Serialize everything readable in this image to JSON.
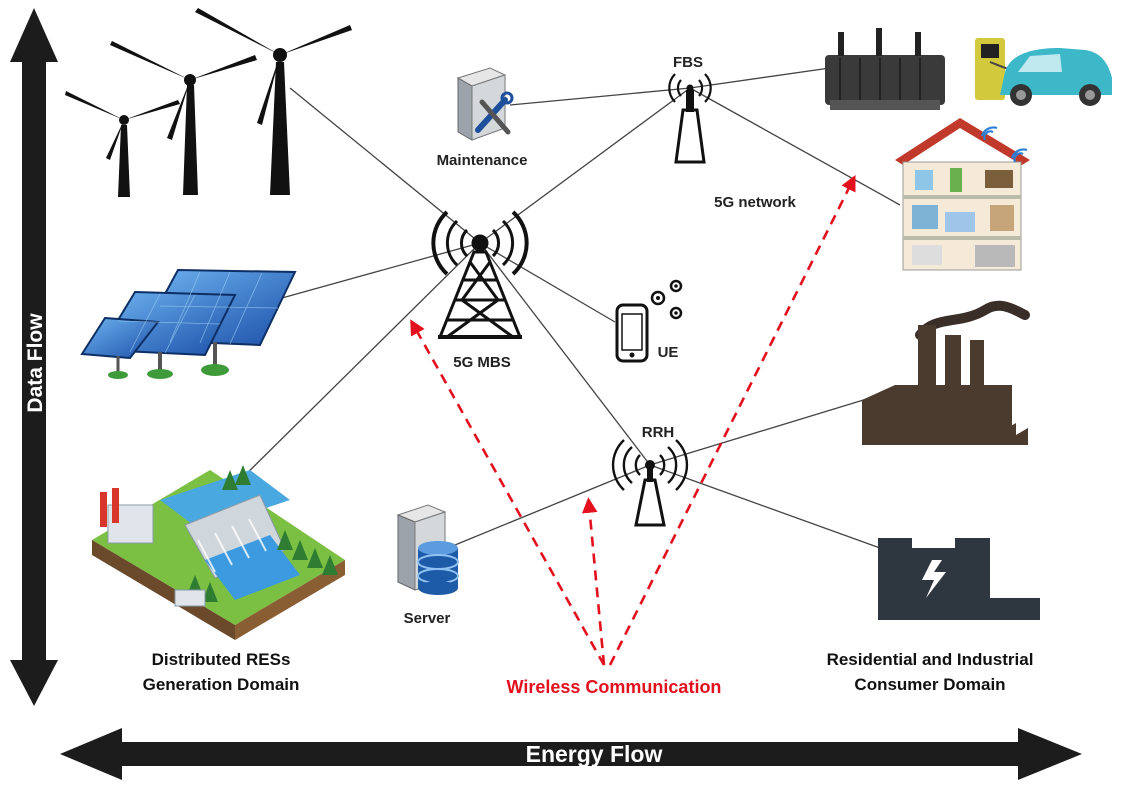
{
  "flows": {
    "data_flow": "Data Flow",
    "energy_flow": "Energy Flow"
  },
  "nodes": {
    "fbs": "FBS",
    "maintenance": "Maintenance",
    "network": "5G network",
    "mbs": "5G  MBS",
    "ue": "UE",
    "rrh": "RRH",
    "server": "Server"
  },
  "domains": {
    "generation_line1": "Distributed RESs",
    "generation_line2": "Generation Domain",
    "consumer_line1": "Residential and Industrial",
    "consumer_line2": "Consumer Domain"
  },
  "wireless": "Wireless Communication",
  "colors": {
    "arrow_dark": "#1c1c1c",
    "wireless_red": "#e3101d",
    "link_gray": "#444444",
    "panel_blue": "#1f5fbf",
    "car_teal": "#3cb8c8",
    "factory_brown": "#4a3b2e",
    "battery_dark": "#2e3640"
  }
}
